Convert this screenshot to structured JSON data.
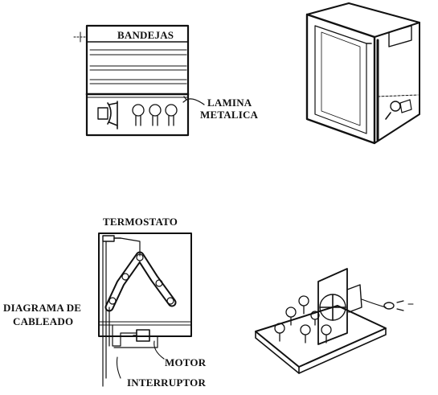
{
  "labels": {
    "trays": "BANDEJAS",
    "sheet_metal_line1": "LAMINA",
    "sheet_metal_line2": "METALICA",
    "thermostat": "TERMOSTATO",
    "wiring_line1": "DIAGRAMA DE",
    "wiring_line2": "CABLEADO",
    "motor": "MOTOR",
    "switch": "INTERRUPTOR"
  },
  "colors": {
    "ink": "#111111",
    "paper": "#ffffff"
  },
  "icons": [
    "light-bulb-icon",
    "fan-icon",
    "electric-plug-icon",
    "thermostat-icon",
    "motor-icon"
  ]
}
